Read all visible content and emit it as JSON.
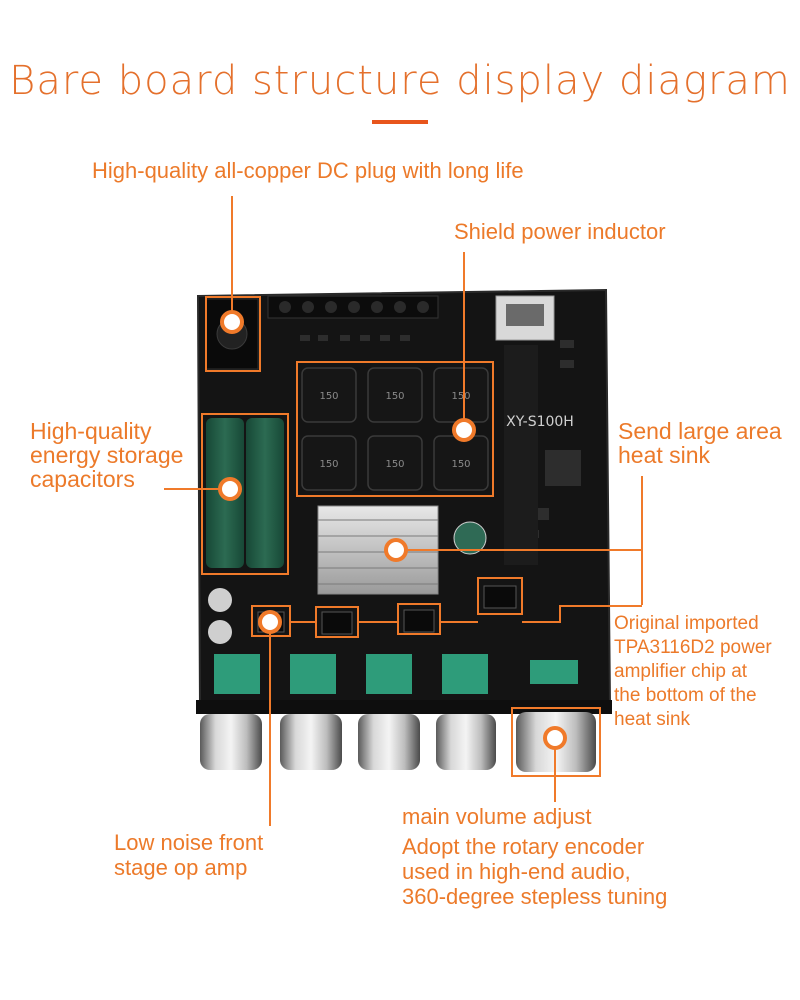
{
  "title": "Bare board structure display diagram",
  "board_model": "XY-S100H",
  "inductor_marking": "150",
  "labels": {
    "dc_plug": "High-quality all-copper DC plug with long life",
    "inductor": "Shield power inductor",
    "capacitors": [
      "High-quality",
      "energy storage",
      "capacitors"
    ],
    "heatsink": [
      "Send large area",
      "heat sink"
    ],
    "amp_chip": [
      "Original imported",
      "TPA3116D2 power",
      "amplifier chip at",
      "the bottom of the",
      "heat sink"
    ],
    "op_amp": [
      "Low noise front",
      "stage op amp"
    ],
    "volume": "main volume adjust",
    "encoder": [
      "Adopt the rotary encoder",
      "used in high-end audio,",
      "360-degree stepless tuning"
    ]
  },
  "colors": {
    "accent": "#f07a2a",
    "title": "#e4702c",
    "board": "#141414",
    "capacitor": "#1f5a44",
    "knob_base": "#2e9c7a"
  }
}
